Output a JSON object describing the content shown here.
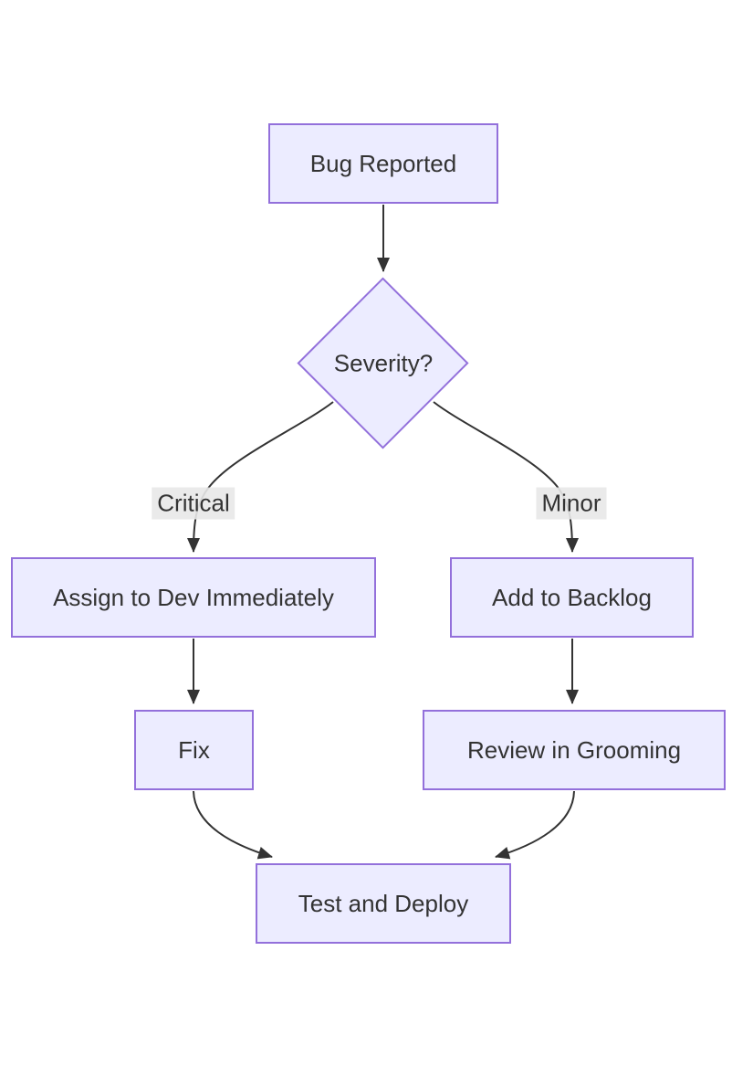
{
  "diagram": {
    "type": "flowchart",
    "direction": "top-down",
    "nodes": [
      {
        "id": "bug",
        "label": "Bug Reported",
        "shape": "rect"
      },
      {
        "id": "severity",
        "label": "Severity?",
        "shape": "diamond"
      },
      {
        "id": "assign",
        "label": "Assign to Dev Immediately",
        "shape": "rect"
      },
      {
        "id": "backlog",
        "label": "Add to Backlog",
        "shape": "rect"
      },
      {
        "id": "fix",
        "label": "Fix",
        "shape": "rect"
      },
      {
        "id": "review",
        "label": "Review in Grooming",
        "shape": "rect"
      },
      {
        "id": "test",
        "label": "Test and Deploy",
        "shape": "rect"
      }
    ],
    "edges": [
      {
        "from": "bug",
        "to": "severity",
        "label": ""
      },
      {
        "from": "severity",
        "to": "assign",
        "label": "Critical"
      },
      {
        "from": "severity",
        "to": "backlog",
        "label": "Minor"
      },
      {
        "from": "assign",
        "to": "fix",
        "label": ""
      },
      {
        "from": "backlog",
        "to": "review",
        "label": ""
      },
      {
        "from": "fix",
        "to": "test",
        "label": ""
      },
      {
        "from": "review",
        "to": "test",
        "label": ""
      }
    ],
    "colors": {
      "node_fill": "#ECECFF",
      "node_border": "#9370DB",
      "text": "#333333",
      "edge": "#333333",
      "edge_label_bg": "#e8e8e8",
      "background": "#ffffff"
    }
  }
}
